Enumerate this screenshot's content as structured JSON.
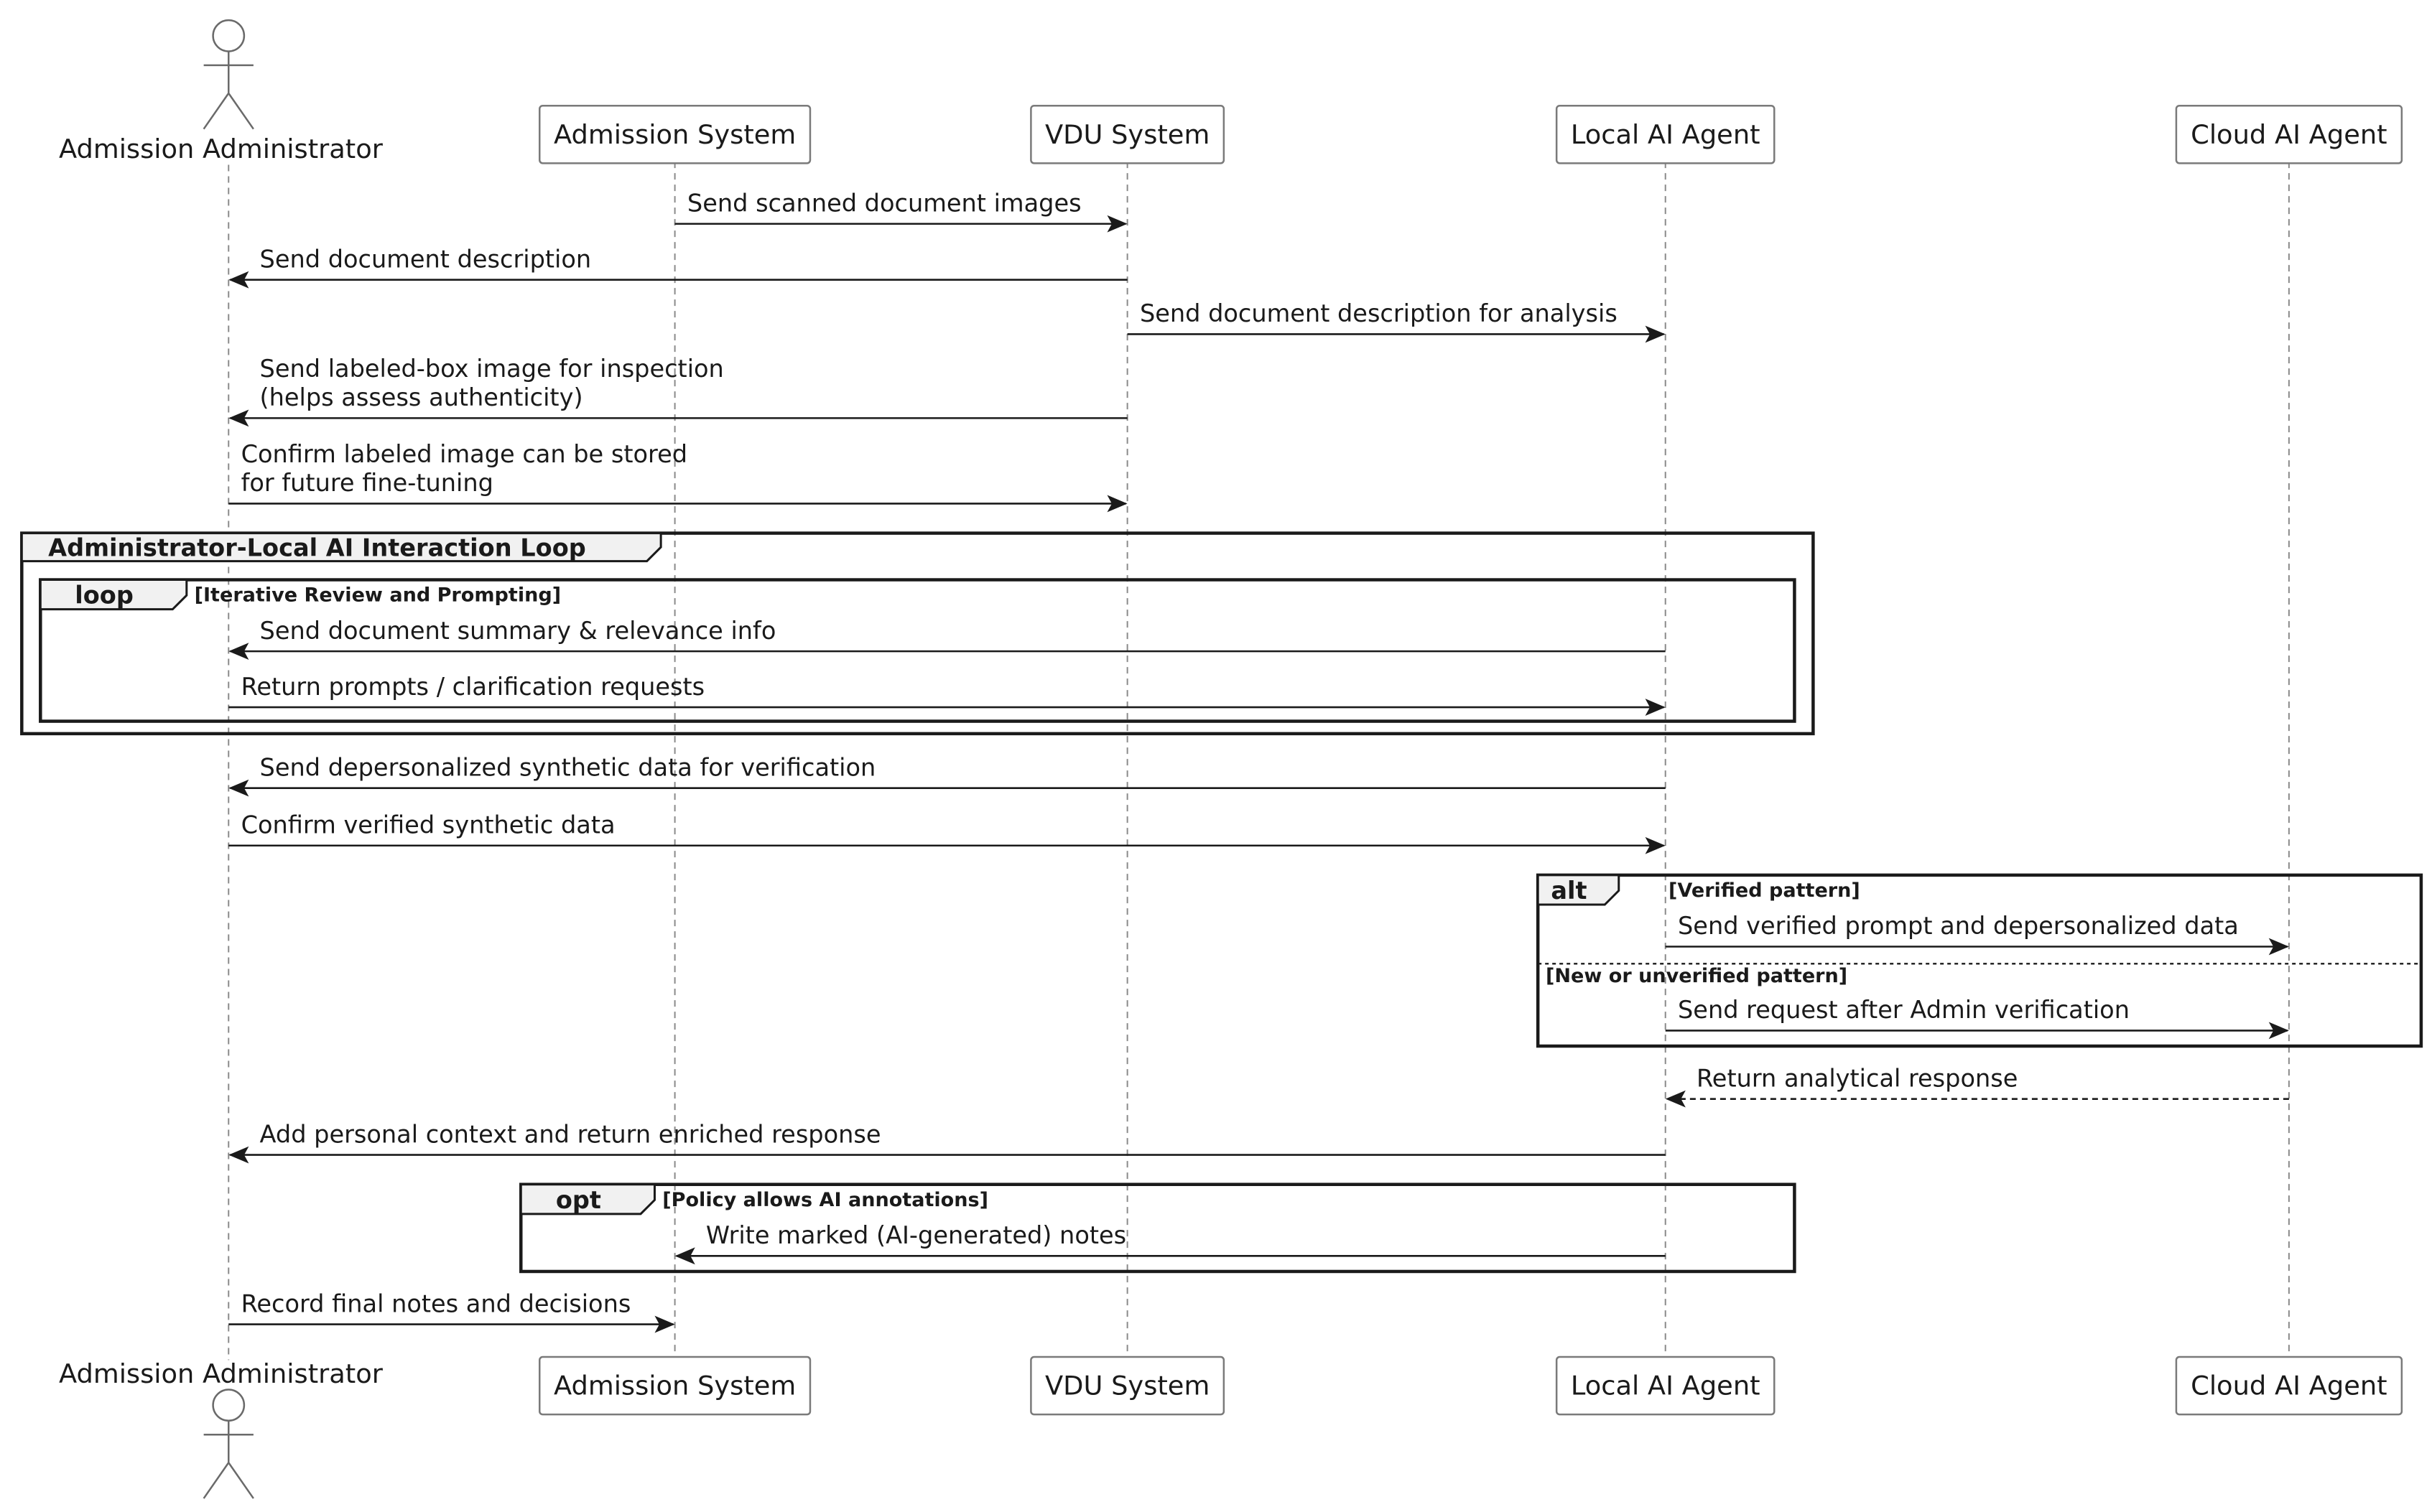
{
  "participants": [
    {
      "id": "admin",
      "label": "Admission Administrator",
      "kind": "actor"
    },
    {
      "id": "admsys",
      "label": "Admission System",
      "kind": "box"
    },
    {
      "id": "vdu",
      "label": "VDU System",
      "kind": "box"
    },
    {
      "id": "local",
      "label": "Local AI Agent",
      "kind": "box"
    },
    {
      "id": "cloud",
      "label": "Cloud AI Agent",
      "kind": "box"
    }
  ],
  "messages": [
    {
      "id": "m1",
      "from": "admsys",
      "to": "vdu",
      "lines": [
        "Send scanned document images"
      ]
    },
    {
      "id": "m2",
      "from": "vdu",
      "to": "admin",
      "lines": [
        "Send document description"
      ]
    },
    {
      "id": "m3",
      "from": "vdu",
      "to": "local",
      "lines": [
        "Send document description for analysis"
      ]
    },
    {
      "id": "m4",
      "from": "vdu",
      "to": "admin",
      "lines": [
        "Send labeled-box image for inspection",
        "(helps assess authenticity)"
      ]
    },
    {
      "id": "m5",
      "from": "admin",
      "to": "vdu",
      "lines": [
        "Confirm labeled image can be stored",
        "for future fine-tuning"
      ]
    },
    {
      "id": "m6",
      "from": "local",
      "to": "admin",
      "lines": [
        "Send document summary & relevance info"
      ]
    },
    {
      "id": "m7",
      "from": "admin",
      "to": "local",
      "lines": [
        "Return prompts / clarification requests"
      ]
    },
    {
      "id": "m8",
      "from": "local",
      "to": "admin",
      "lines": [
        "Send depersonalized synthetic data for verification"
      ]
    },
    {
      "id": "m9",
      "from": "admin",
      "to": "local",
      "lines": [
        "Confirm verified synthetic data"
      ]
    },
    {
      "id": "m10",
      "from": "local",
      "to": "cloud",
      "lines": [
        "Send verified prompt and depersonalized data"
      ]
    },
    {
      "id": "m11",
      "from": "local",
      "to": "cloud",
      "lines": [
        "Send request after Admin verification"
      ]
    },
    {
      "id": "m12",
      "from": "cloud",
      "to": "local",
      "lines": [
        "Return analytical response"
      ],
      "dashed": true
    },
    {
      "id": "m13",
      "from": "local",
      "to": "admin",
      "lines": [
        "Add personal context and return enriched response"
      ]
    },
    {
      "id": "m14",
      "from": "local",
      "to": "admsys",
      "lines": [
        "Write marked (AI-generated) notes"
      ]
    },
    {
      "id": "m15",
      "from": "admin",
      "to": "admsys",
      "lines": [
        "Record final notes and decisions"
      ]
    }
  ],
  "fragments": [
    {
      "id": "group",
      "keyword": "Administrator-Local AI Interaction Loop",
      "guard": ""
    },
    {
      "id": "loop",
      "keyword": "loop",
      "guard": "[Iterative Review and Prompting]"
    },
    {
      "id": "alt",
      "keyword": "alt",
      "guard": "[Verified pattern]",
      "else_guard": "[New or unverified pattern]"
    },
    {
      "id": "opt",
      "keyword": "opt",
      "guard": "[Policy allows AI annotations]"
    }
  ]
}
